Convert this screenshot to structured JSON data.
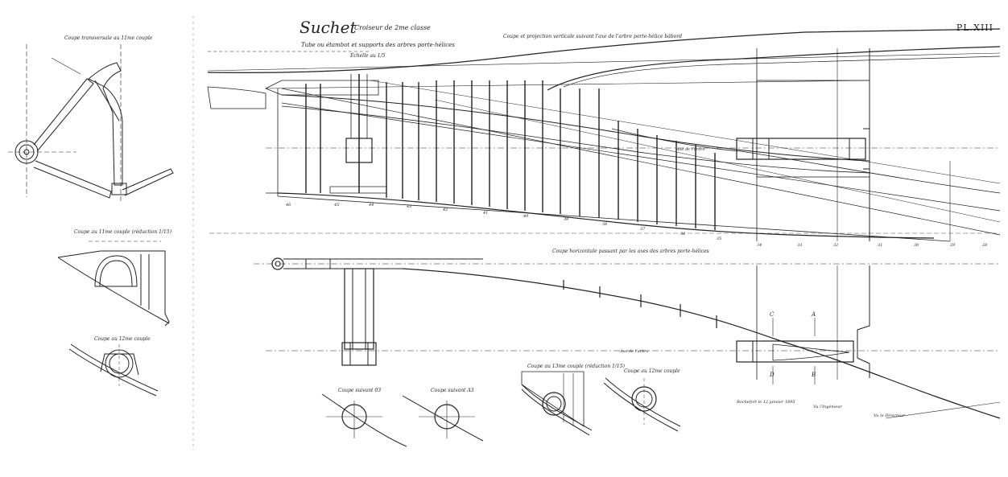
{
  "plate_number": "PL.XIII",
  "header": {
    "ship_name": "Suchet",
    "ship_class": "Croiseur de 2me classe",
    "subtitle": "Tube ou étambot et supports des arbres porte-hélices",
    "scale": "Échelle au 1/5",
    "elevation_caption": "Coupe et projection verticale suivant l'axe de l'arbre porte-hélice bâbord"
  },
  "captions": {
    "top_left_section": "Coupe transversale au 11me couple",
    "mid_left_section": "Coupe au 11me couple (réduction 1/15)",
    "lower_left_section": "Coupe au 12me couple",
    "plan_caption": "Coupe horizontale passant par les axes des arbres porte-hélices",
    "section_03": "Coupe suivant 03",
    "section_a3": "Coupe suivant A3",
    "section_13_reduced": "Coupe au 13me couple (réduction 1/15)",
    "section_12": "Coupe au 12me couple",
    "axis_label_upper": "Axe de l'arbre",
    "axis_label_lower": "Axe de l'arbre"
  },
  "signatures": {
    "date_block": "Rochefort le 12 janvier 1895",
    "engineer_block": "Vu l'Ingénieur",
    "director_block": "Vu le Directeur"
  },
  "frame_numbers": [
    "46",
    "45",
    "44",
    "43",
    "42",
    "41",
    "40",
    "39",
    "38",
    "37",
    "36",
    "35",
    "34",
    "33",
    "32",
    "31",
    "30",
    "29",
    "28"
  ],
  "section_markers": [
    "C",
    "A",
    "B",
    "D"
  ],
  "colors": {
    "ink": "#222222",
    "paper": "#ffffff"
  }
}
